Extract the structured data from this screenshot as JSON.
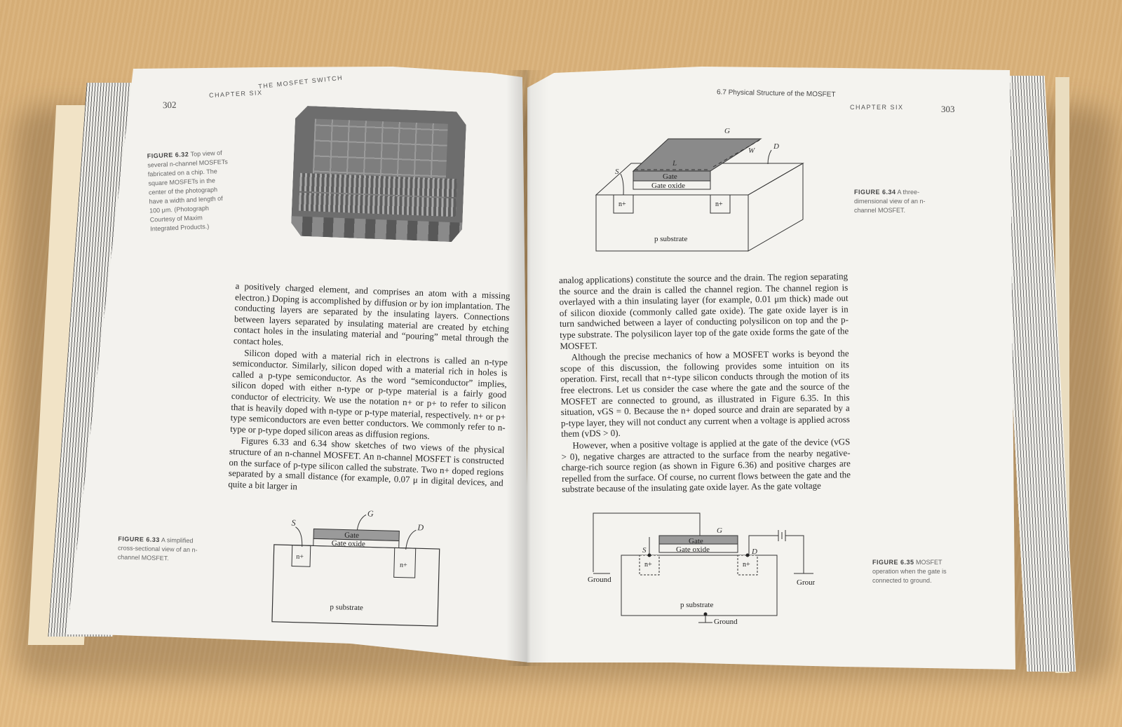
{
  "left_page": {
    "page_number": "302",
    "chapter": "CHAPTER SIX",
    "running_title": "THE MOSFET SWITCH",
    "fig_632": {
      "label": "FIGURE 6.32",
      "text": "Top view of several n-channel MOSFETs fabricated on a chip. The square MOSFETs in the center of the photograph have a width and length of 100 μm. (Photograph Courtesy of Maxim Integrated Products.)"
    },
    "fig_633": {
      "label": "FIGURE 6.33",
      "text": "A simplified cross-sectional view of an n-channel MOSFET.",
      "diagram": {
        "g": "G",
        "s": "S",
        "d": "D",
        "gate": "Gate",
        "gate_oxide": "Gate oxide",
        "n_left": "n+",
        "n_right": "n+",
        "substrate": "p substrate"
      }
    },
    "paragraphs": [
      "a positively charged element, and comprises an atom with a missing electron.) Doping is accomplished by diffusion or by ion implantation. The conducting layers are separated by the insulating layers. Connections between layers separated by insulating material are created by etching contact holes in the insulating material and “pouring” metal through the contact holes.",
      "Silicon doped with a material rich in electrons is called an n-type semiconductor. Similarly, silicon doped with a material rich in holes is called a p-type semiconductor. As the word “semiconductor” implies, silicon doped with either n-type or p-type material is a fairly good conductor of electricity. We use the notation n+ or p+ to refer to silicon that is heavily doped with n-type or p-type material, respectively. n+ or p+ type semiconductors are even better conductors. We commonly refer to n-type or p-type doped silicon areas as diffusion regions.",
      "Figures 6.33 and 6.34 show sketches of two views of the physical structure of an n-channel MOSFET. An n-channel MOSFET is constructed on the surface of p-type silicon called the substrate. Two n+ doped regions separated by a small distance (for example, 0.07 μ in digital devices, and quite a bit larger in"
    ]
  },
  "right_page": {
    "page_number": "303",
    "section": "6.7 Physical Structure of the MOSFET",
    "chapter": "CHAPTER SIX",
    "fig_634": {
      "label": "FIGURE 6.34",
      "text": "A three-dimensional view of an n-channel MOSFET.",
      "diagram": {
        "g": "G",
        "s": "S",
        "d": "D",
        "w": "W",
        "l": "L",
        "gate": "Gate",
        "gate_oxide": "Gate oxide",
        "n_left": "n+",
        "n_right": "n+",
        "substrate": "p substrate"
      }
    },
    "fig_635": {
      "label": "FIGURE 6.35",
      "text": "MOSFET operation when the gate is connected to ground.",
      "diagram": {
        "g": "G",
        "s": "S",
        "d": "D",
        "gate": "Gate",
        "gate_oxide": "Gate oxide",
        "n_left": "n+",
        "n_right": "n+",
        "substrate": "p substrate",
        "ground_left": "Ground",
        "ground_right": "Ground",
        "ground_bottom": "Ground"
      }
    },
    "paragraphs": [
      "analog applications) constitute the source and the drain. The region separating the source and the drain is called the channel region. The channel region is overlayed with a thin insulating layer (for example, 0.01 μm thick) made out of silicon dioxide (commonly called gate oxide). The gate oxide layer is in turn sandwiched between a layer of conducting polysilicon on top and the p-type substrate. The polysilicon layer top of the gate oxide forms the gate of the MOSFET.",
      "Although the precise mechanics of how a MOSFET works is beyond the scope of this discussion, the following provides some intuition on its operation. First, recall that n+-type silicon conducts through the motion of its free electrons. Let us consider the case where the gate and the source of the MOSFET are connected to ground, as illustrated in Figure 6.35. In this situation, vGS = 0. Because the n+ doped source and drain are separated by a p-type layer, they will not conduct any current when a voltage is applied across them (vDS > 0).",
      "However, when a positive voltage is applied at the gate of the device (vGS > 0), negative charges are attracted to the surface from the nearby negative-charge-rich source region (as shown in Figure 6.36) and positive charges are repelled from the surface. Of course, no current flows between the gate and the substrate because of the insulating gate oxide layer. As the gate voltage"
    ]
  },
  "colors": {
    "desk": "#dbb37c",
    "paper": "#f3f2ee",
    "ink": "#262626",
    "gate_fill": "#9a9a9a",
    "photo": "#6d6d6d"
  }
}
